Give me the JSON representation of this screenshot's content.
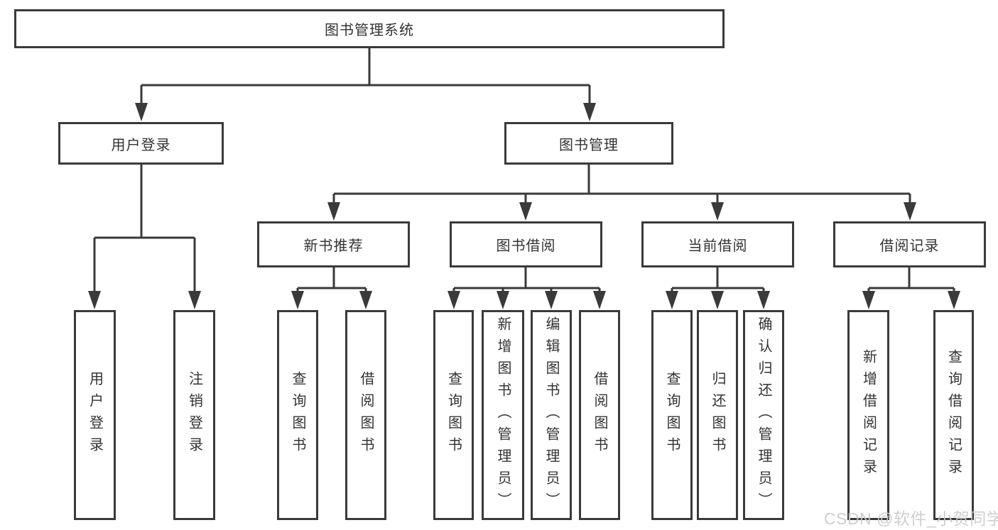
{
  "colors": {
    "line": "#3a3a3a",
    "text": "#333333",
    "background": "#ffffff",
    "watermark": "#cbcbcb"
  },
  "diagram": {
    "root": {
      "label": "图书管理系统"
    },
    "branches": [
      {
        "label": "用户登录",
        "children": [
          {
            "label": "用户登录"
          },
          {
            "label": "注销登录"
          }
        ]
      },
      {
        "label": "图书管理",
        "children": [
          {
            "label": "新书推荐",
            "children": [
              {
                "label": "查询图书"
              },
              {
                "label": "借阅图书"
              }
            ]
          },
          {
            "label": "图书借阅",
            "children": [
              {
                "label": "查询图书"
              },
              {
                "label": "新增图书（管理员）"
              },
              {
                "label": "编辑图书（管理员）"
              },
              {
                "label": "借阅图书"
              }
            ]
          },
          {
            "label": "当前借阅",
            "children": [
              {
                "label": "查询图书"
              },
              {
                "label": "归还图书"
              },
              {
                "label": "确认归还（管理员）"
              }
            ]
          },
          {
            "label": "借阅记录",
            "children": [
              {
                "label": "新增借阅记录"
              },
              {
                "label": "查询借阅记录"
              }
            ]
          }
        ]
      }
    ]
  },
  "watermark": {
    "text": "CSDN @软件_小贺同学"
  }
}
